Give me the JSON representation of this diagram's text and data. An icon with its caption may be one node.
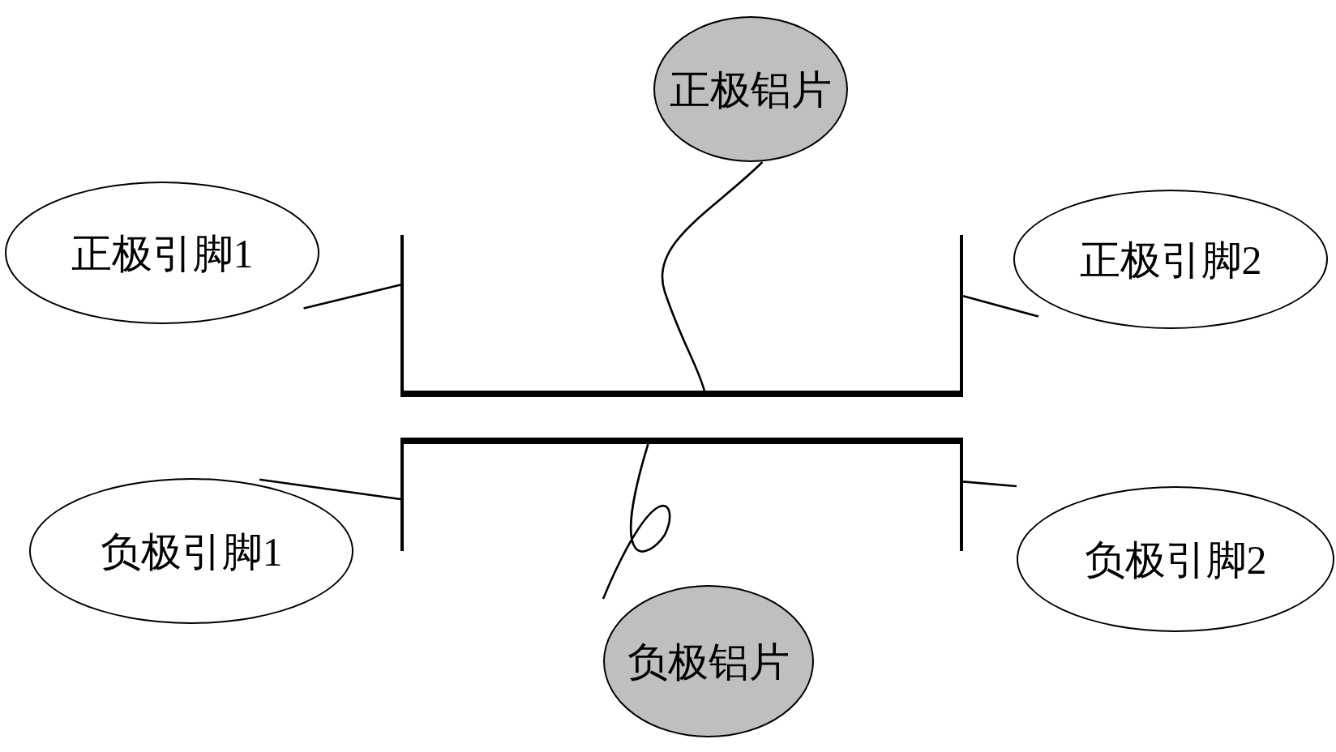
{
  "diagram": {
    "nodes": [
      {
        "text": [
          "正极铝片"
        ]
      },
      {
        "text": [
          "正极引脚1"
        ]
      },
      {
        "text": [
          "正极引脚2"
        ]
      },
      {
        "text": [],
        "shape": "bar"
      },
      {
        "text": [],
        "shape": "bar"
      },
      {
        "text": [],
        "shape": "bar"
      },
      {
        "text": [],
        "shape": "bar"
      },
      {
        "text": [],
        "shape": "bar"
      },
      {
        "text": [],
        "shape": "bar"
      },
      {
        "text": [
          "负极引脚1"
        ]
      },
      {
        "text": [
          "负极引脚2"
        ]
      },
      {
        "text": [
          "负极铝片"
        ]
      }
    ],
    "edges": [
      {
        "from": 0,
        "to": 5,
        "arrow": "none"
      },
      {
        "from": 1,
        "to": 3,
        "arrow": "none"
      },
      {
        "from": 2,
        "to": 4,
        "arrow": "none"
      },
      {
        "from": 9,
        "to": 7,
        "arrow": "none"
      },
      {
        "from": 10,
        "to": 8,
        "arrow": "none"
      },
      {
        "from": 11,
        "to": 6,
        "arrow": "none"
      }
    ]
  }
}
